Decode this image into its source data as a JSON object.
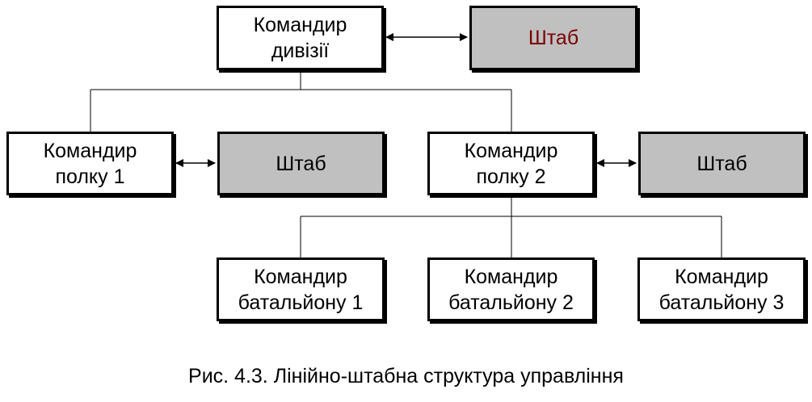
{
  "diagram": {
    "division_commander": "Командир\nдивізії",
    "division_staff": "Штаб",
    "regiment1_commander": "Командир\nполку 1",
    "regiment1_staff": "Штаб",
    "regiment2_commander": "Командир\nполку 2",
    "regiment2_staff": "Штаб",
    "battalion1_commander": "Командир\nбатальйону 1",
    "battalion2_commander": "Командир\nбатальйону 2",
    "battalion3_commander": "Командир\nбатальйону 3",
    "colors": {
      "staff_fill": "#c0c0c0",
      "top_staff_text": "#7a0000",
      "line": "#000000"
    }
  },
  "caption": "Рис. 4.3. Лінійно-штабна структура управління"
}
